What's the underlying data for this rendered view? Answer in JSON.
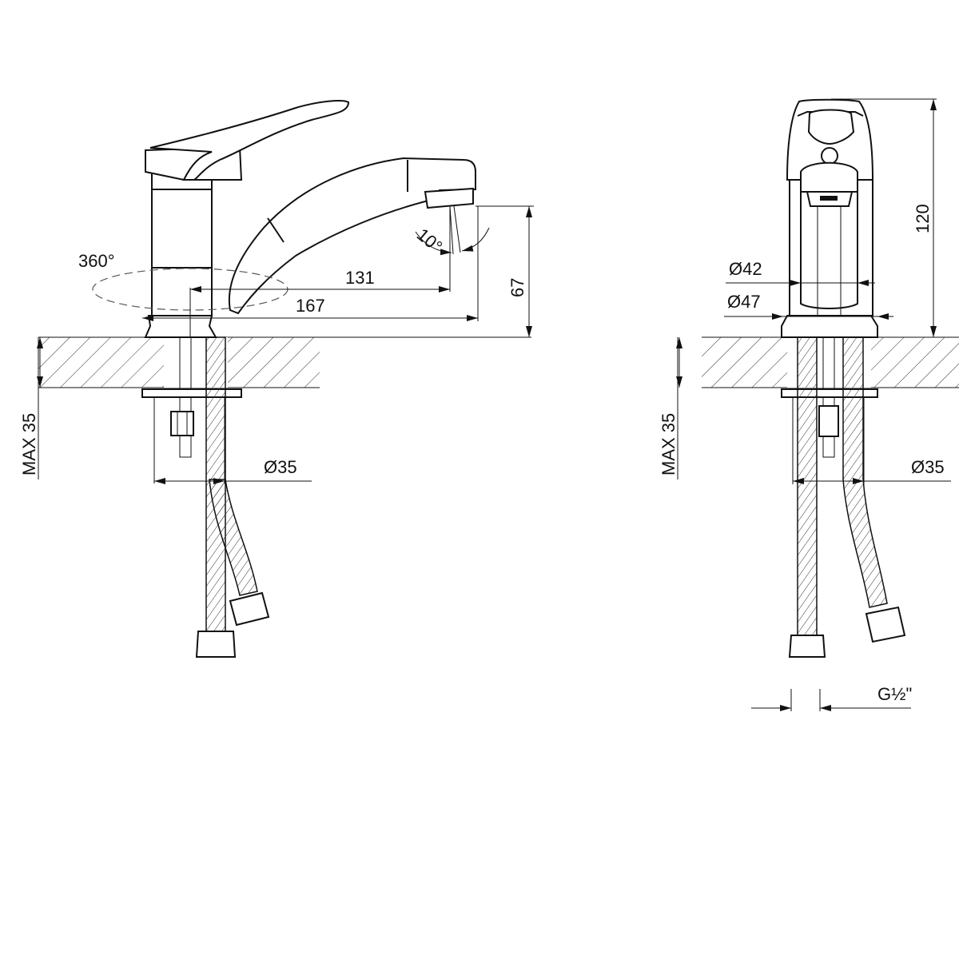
{
  "side_view": {
    "rotation_label": "360°",
    "spout_reach_label": "131",
    "total_reach_label": "167",
    "spout_height_label": "67",
    "tilt_label": "10°",
    "max_thickness_label": "MAX 35",
    "hole_diameter_label": "Ø35"
  },
  "front_view": {
    "height_label": "120",
    "body_diameter_label": "Ø42",
    "base_diameter_label": "Ø47",
    "max_thickness_label": "MAX 35",
    "hole_diameter_label": "Ø35",
    "connection_label": "G½\""
  },
  "colors": {
    "line": "#111111",
    "hatch": "#333333"
  }
}
